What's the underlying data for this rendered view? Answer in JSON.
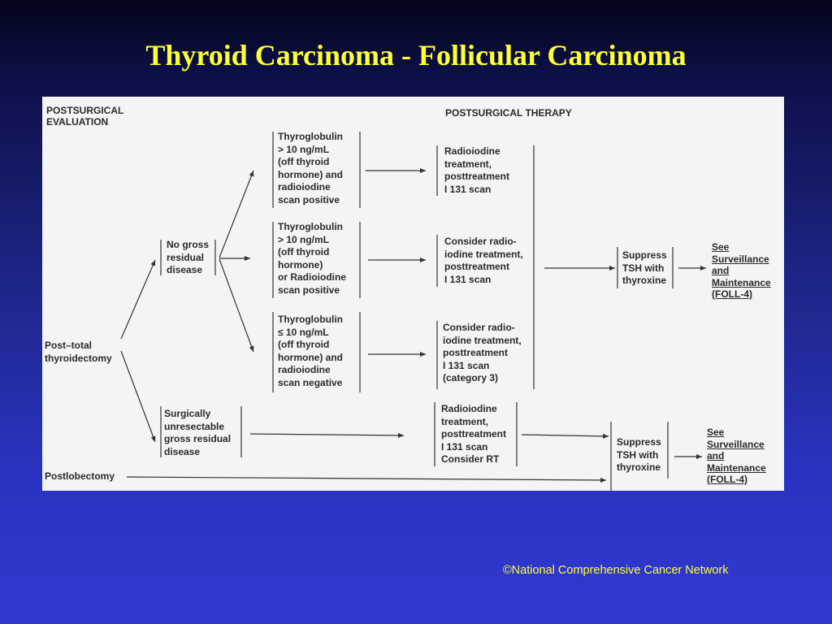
{
  "title": "Thyroid Carcinoma - Follicular Carcinoma",
  "footer": "©National Comprehensive Cancer Network",
  "diagram": {
    "header_left": "POSTSURGICAL\nEVALUATION",
    "header_right": "POSTSURGICAL THERAPY",
    "start_node": "Post–total\nthyroidectomy",
    "no_gross": "No gross\nresidual\ndisease",
    "surgically": "Surgically\nunresectable\ngross residual\ndisease",
    "postlobectomy": "Postlobectomy",
    "cond1": "Thyroglobulin\n> 10 ng/mL\n(off thyroid\nhormone) and\nradioiodine\nscan positive",
    "cond2": "Thyroglobulin\n> 10 ng/mL\n(off thyroid\nhormone)\nor Radioiodine\nscan positive",
    "cond3": "Thyroglobulin\n≤ 10 ng/mL\n(off thyroid\nhormone) and\nradioiodine\nscan negative",
    "treat1": "Radioiodine\ntreatment,\nposttreatment\nI 131 scan",
    "treat2": "Consider radio-\niodine treatment,\nposttreatment\nI 131 scan",
    "treat3": "Consider radio-\niodine treatment,\nposttreatment\nI 131 scan\n(category 3)",
    "treat4": "Radioiodine\ntreatment,\nposttreatment\nI 131 scan\nConsider RT",
    "suppress1": "Suppress\nTSH with\nthyroxine",
    "suppress2": "Suppress\nTSH with\nthyroxine",
    "see1": "See\nSurveillance\nand\nMaintenance\n(FOLL-4)",
    "see2": "See\nSurveillance\nand\nMaintenance\n(FOLL-4)"
  }
}
